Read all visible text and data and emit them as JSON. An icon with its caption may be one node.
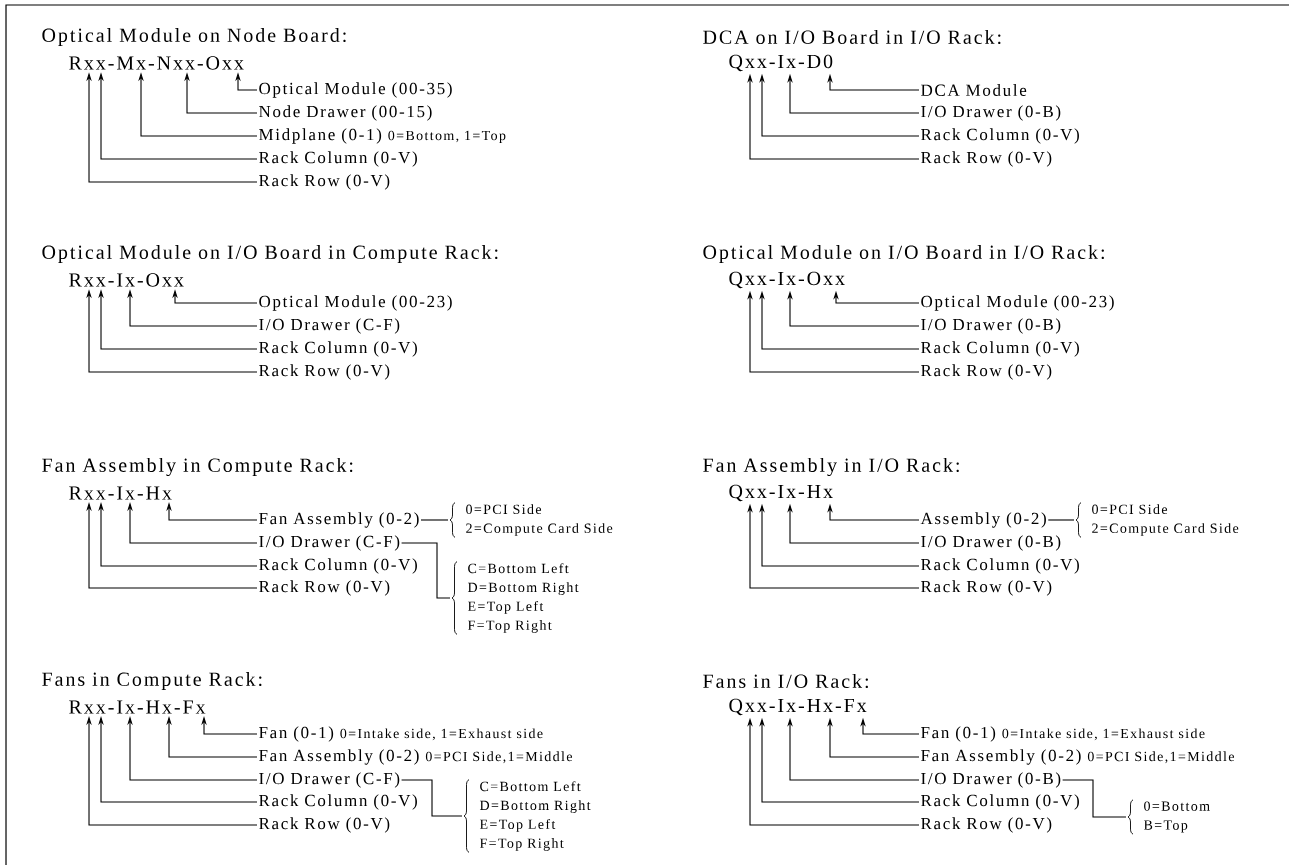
{
  "diagram": {
    "nodes": [
      {
        "text": [
          "Rxx-Mx-Nxx-Oxx"
        ]
      },
      {
        "text": [
          "Optical Module (00-35)"
        ]
      },
      {
        "text": [
          "Node Drawer (00-15)"
        ]
      },
      {
        "text": [
          "Midplane (0-1)",
          "0=Bottom, 1=Top"
        ]
      },
      {
        "text": [
          "Rack Column (0-V)"
        ]
      },
      {
        "text": [
          "Rack Row (0-V)"
        ]
      },
      {
        "text": [
          "Qxx-Ix-D0"
        ]
      },
      {
        "text": [
          "DCA Module"
        ]
      },
      {
        "text": [
          "I/O Drawer (0-B)"
        ]
      },
      {
        "text": [
          "Rack Column (0-V)"
        ]
      },
      {
        "text": [
          "Rack Row (0-V)"
        ]
      },
      {
        "text": [
          "Rxx-Ix-Oxx"
        ]
      },
      {
        "text": [
          "Optical Module (00-23)"
        ]
      },
      {
        "text": [
          "I/O Drawer (C-F)"
        ]
      },
      {
        "text": [
          "Rack Column (0-V)"
        ]
      },
      {
        "text": [
          "Rack Row (0-V)"
        ]
      },
      {
        "text": [
          "Qxx-Ix-Oxx"
        ]
      },
      {
        "text": [
          "Optical Module (00-23)"
        ]
      },
      {
        "text": [
          "I/O Drawer (0-B)"
        ]
      },
      {
        "text": [
          "Rack Column (0-V)"
        ]
      },
      {
        "text": [
          "Rack Row (0-V)"
        ]
      },
      {
        "text": [
          "Rxx-Ix-Hx"
        ]
      },
      {
        "text": [
          "Fan Assembly (0-2)"
        ]
      },
      {
        "text": [
          "0=PCI Side",
          "2=Compute Card Side"
        ]
      },
      {
        "text": [
          "I/O Drawer (C-F)"
        ]
      },
      {
        "text": [
          "Rack Column (0-V)"
        ]
      },
      {
        "text": [
          "Rack Row (0-V)"
        ]
      },
      {
        "text": [
          "C=Bottom Left",
          "D=Bottom Right",
          "E=Top Left",
          "F=Top Right"
        ]
      },
      {
        "text": [
          "Qxx-Ix-Hx"
        ]
      },
      {
        "text": [
          "Assembly (0-2)"
        ]
      },
      {
        "text": [
          "0=PCI Side",
          "2=Compute Card Side"
        ]
      },
      {
        "text": [
          "I/O Drawer (0-B)"
        ]
      },
      {
        "text": [
          "Rack Column (0-V)"
        ]
      },
      {
        "text": [
          "Rack Row (0-V)"
        ]
      },
      {
        "text": [
          "Rxx-Ix-Hx-Fx"
        ]
      },
      {
        "text": [
          "Fan (0-1)",
          "0=Intake side, 1=Exhaust side"
        ]
      },
      {
        "text": [
          "Fan Assembly (0-2)",
          "0=PCI Side,1=Middle"
        ]
      },
      {
        "text": [
          "I/O Drawer (C-F)"
        ]
      },
      {
        "text": [
          "Rack Column (0-V)"
        ]
      },
      {
        "text": [
          "Rack Row (0-V)"
        ]
      },
      {
        "text": [
          "C=Bottom Left",
          "D=Bottom Right",
          "E=Top Left",
          "F=Top Right"
        ]
      },
      {
        "text": [
          "Qxx-Ix-Hx-Fx"
        ]
      },
      {
        "text": [
          "Fan (0-1)",
          "0=Intake side, 1=Exhaust side"
        ]
      },
      {
        "text": [
          "Fan Assembly (0-2)",
          "0=PCI Side,1=Middle"
        ]
      },
      {
        "text": [
          "I/O Drawer (0-B)"
        ]
      },
      {
        "text": [
          "Rack Column (0-V)"
        ]
      },
      {
        "text": [
          "Rack Row (0-V)"
        ]
      },
      {
        "text": [
          "0=Bottom",
          "B=Top"
        ]
      }
    ],
    "edges": [
      {
        "from": 1,
        "to": 0,
        "arrow": "to"
      },
      {
        "from": 2,
        "to": 0,
        "arrow": "to"
      },
      {
        "from": 3,
        "to": 0,
        "arrow": "to"
      },
      {
        "from": 4,
        "to": 0,
        "arrow": "to"
      },
      {
        "from": 5,
        "to": 0,
        "arrow": "to"
      },
      {
        "from": 7,
        "to": 6,
        "arrow": "to"
      },
      {
        "from": 8,
        "to": 6,
        "arrow": "to"
      },
      {
        "from": 9,
        "to": 6,
        "arrow": "to"
      },
      {
        "from": 10,
        "to": 6,
        "arrow": "to"
      },
      {
        "from": 12,
        "to": 11,
        "arrow": "to"
      },
      {
        "from": 13,
        "to": 11,
        "arrow": "to"
      },
      {
        "from": 14,
        "to": 11,
        "arrow": "to"
      },
      {
        "from": 15,
        "to": 11,
        "arrow": "to"
      },
      {
        "from": 17,
        "to": 16,
        "arrow": "to"
      },
      {
        "from": 18,
        "to": 16,
        "arrow": "to"
      },
      {
        "from": 19,
        "to": 16,
        "arrow": "to"
      },
      {
        "from": 20,
        "to": 16,
        "arrow": "to"
      },
      {
        "from": 22,
        "to": 21,
        "arrow": "to"
      },
      {
        "from": 22,
        "to": 23,
        "arrow": "none"
      },
      {
        "from": 24,
        "to": 21,
        "arrow": "to"
      },
      {
        "from": 24,
        "to": 27,
        "arrow": "none"
      },
      {
        "from": 25,
        "to": 21,
        "arrow": "to"
      },
      {
        "from": 26,
        "to": 21,
        "arrow": "to"
      },
      {
        "from": 29,
        "to": 28,
        "arrow": "to"
      },
      {
        "from": 29,
        "to": 30,
        "arrow": "none"
      },
      {
        "from": 31,
        "to": 28,
        "arrow": "to"
      },
      {
        "from": 32,
        "to": 28,
        "arrow": "to"
      },
      {
        "from": 33,
        "to": 28,
        "arrow": "to"
      },
      {
        "from": 35,
        "to": 34,
        "arrow": "to"
      },
      {
        "from": 36,
        "to": 34,
        "arrow": "to"
      },
      {
        "from": 37,
        "to": 34,
        "arrow": "to"
      },
      {
        "from": 37,
        "to": 40,
        "arrow": "none"
      },
      {
        "from": 38,
        "to": 34,
        "arrow": "to"
      },
      {
        "from": 39,
        "to": 34,
        "arrow": "to"
      },
      {
        "from": 42,
        "to": 41,
        "arrow": "to"
      },
      {
        "from": 43,
        "to": 41,
        "arrow": "to"
      },
      {
        "from": 44,
        "to": 41,
        "arrow": "to"
      },
      {
        "from": 44,
        "to": 47,
        "arrow": "none"
      },
      {
        "from": 45,
        "to": 41,
        "arrow": "to"
      },
      {
        "from": 46,
        "to": 41,
        "arrow": "to"
      }
    ],
    "labels": [
      "Optical Module on Node Board:",
      "DCA on I/O Board in I/O Rack:",
      "Optical Module on I/O Board in Compute Rack:",
      "Optical Module on I/O Board in I/O Rack:",
      "Fan Assembly in Compute Rack:",
      "Fan Assembly in I/O Rack:",
      "Fans in Compute Rack:",
      "Fans in I/O Rack:"
    ]
  }
}
